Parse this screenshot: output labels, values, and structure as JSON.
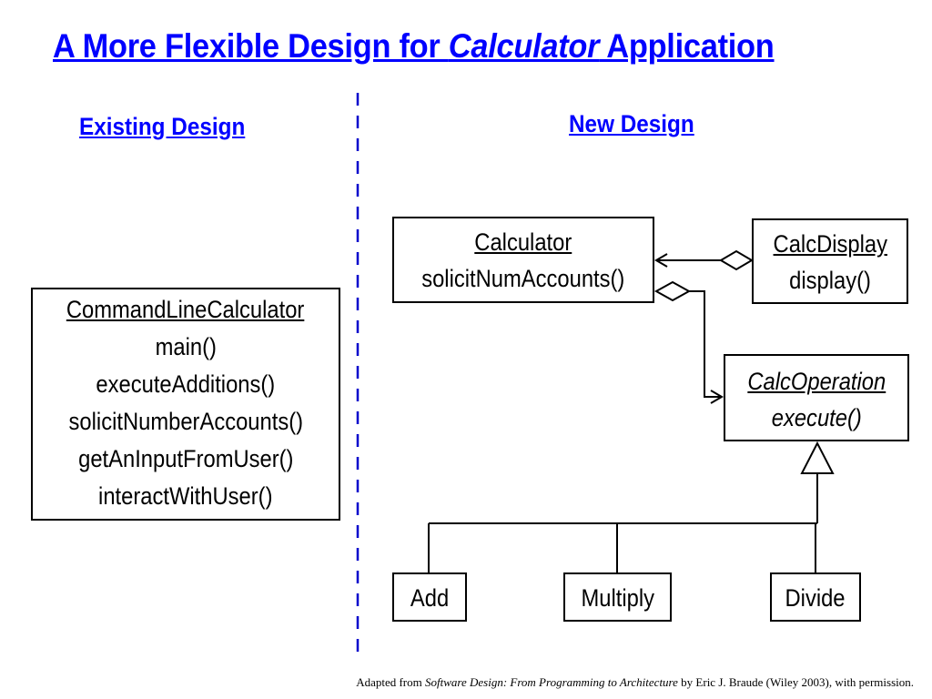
{
  "title": {
    "prefix": "A More Flexible Design for ",
    "emphasis": "Calculator",
    "suffix": " Application"
  },
  "existing_design": {
    "heading": "Existing Design",
    "class_box": {
      "name": "CommandLineCalculator",
      "methods": [
        "main()",
        "executeAdditions()",
        "solicitNumberAccounts()",
        "getAnInputFromUser()",
        "interactWithUser()"
      ]
    }
  },
  "new_design": {
    "heading": "New Design",
    "calculator": {
      "name": "Calculator",
      "method": "solicitNumAccounts()"
    },
    "calc_display": {
      "name": "CalcDisplay",
      "method": "display()"
    },
    "calc_operation": {
      "name": "CalcOperation",
      "method": "execute()"
    },
    "subclasses": [
      "Add",
      "Multiply",
      "Divide"
    ]
  },
  "colors": {
    "heading": "#0000ff",
    "divider": "#0000cc",
    "lines": "#000000"
  },
  "footer": {
    "prefix": "Adapted from ",
    "book": "Software Design: From Programming to Architecture",
    "suffix": " by Eric J. Braude (Wiley 2003), with permission."
  }
}
